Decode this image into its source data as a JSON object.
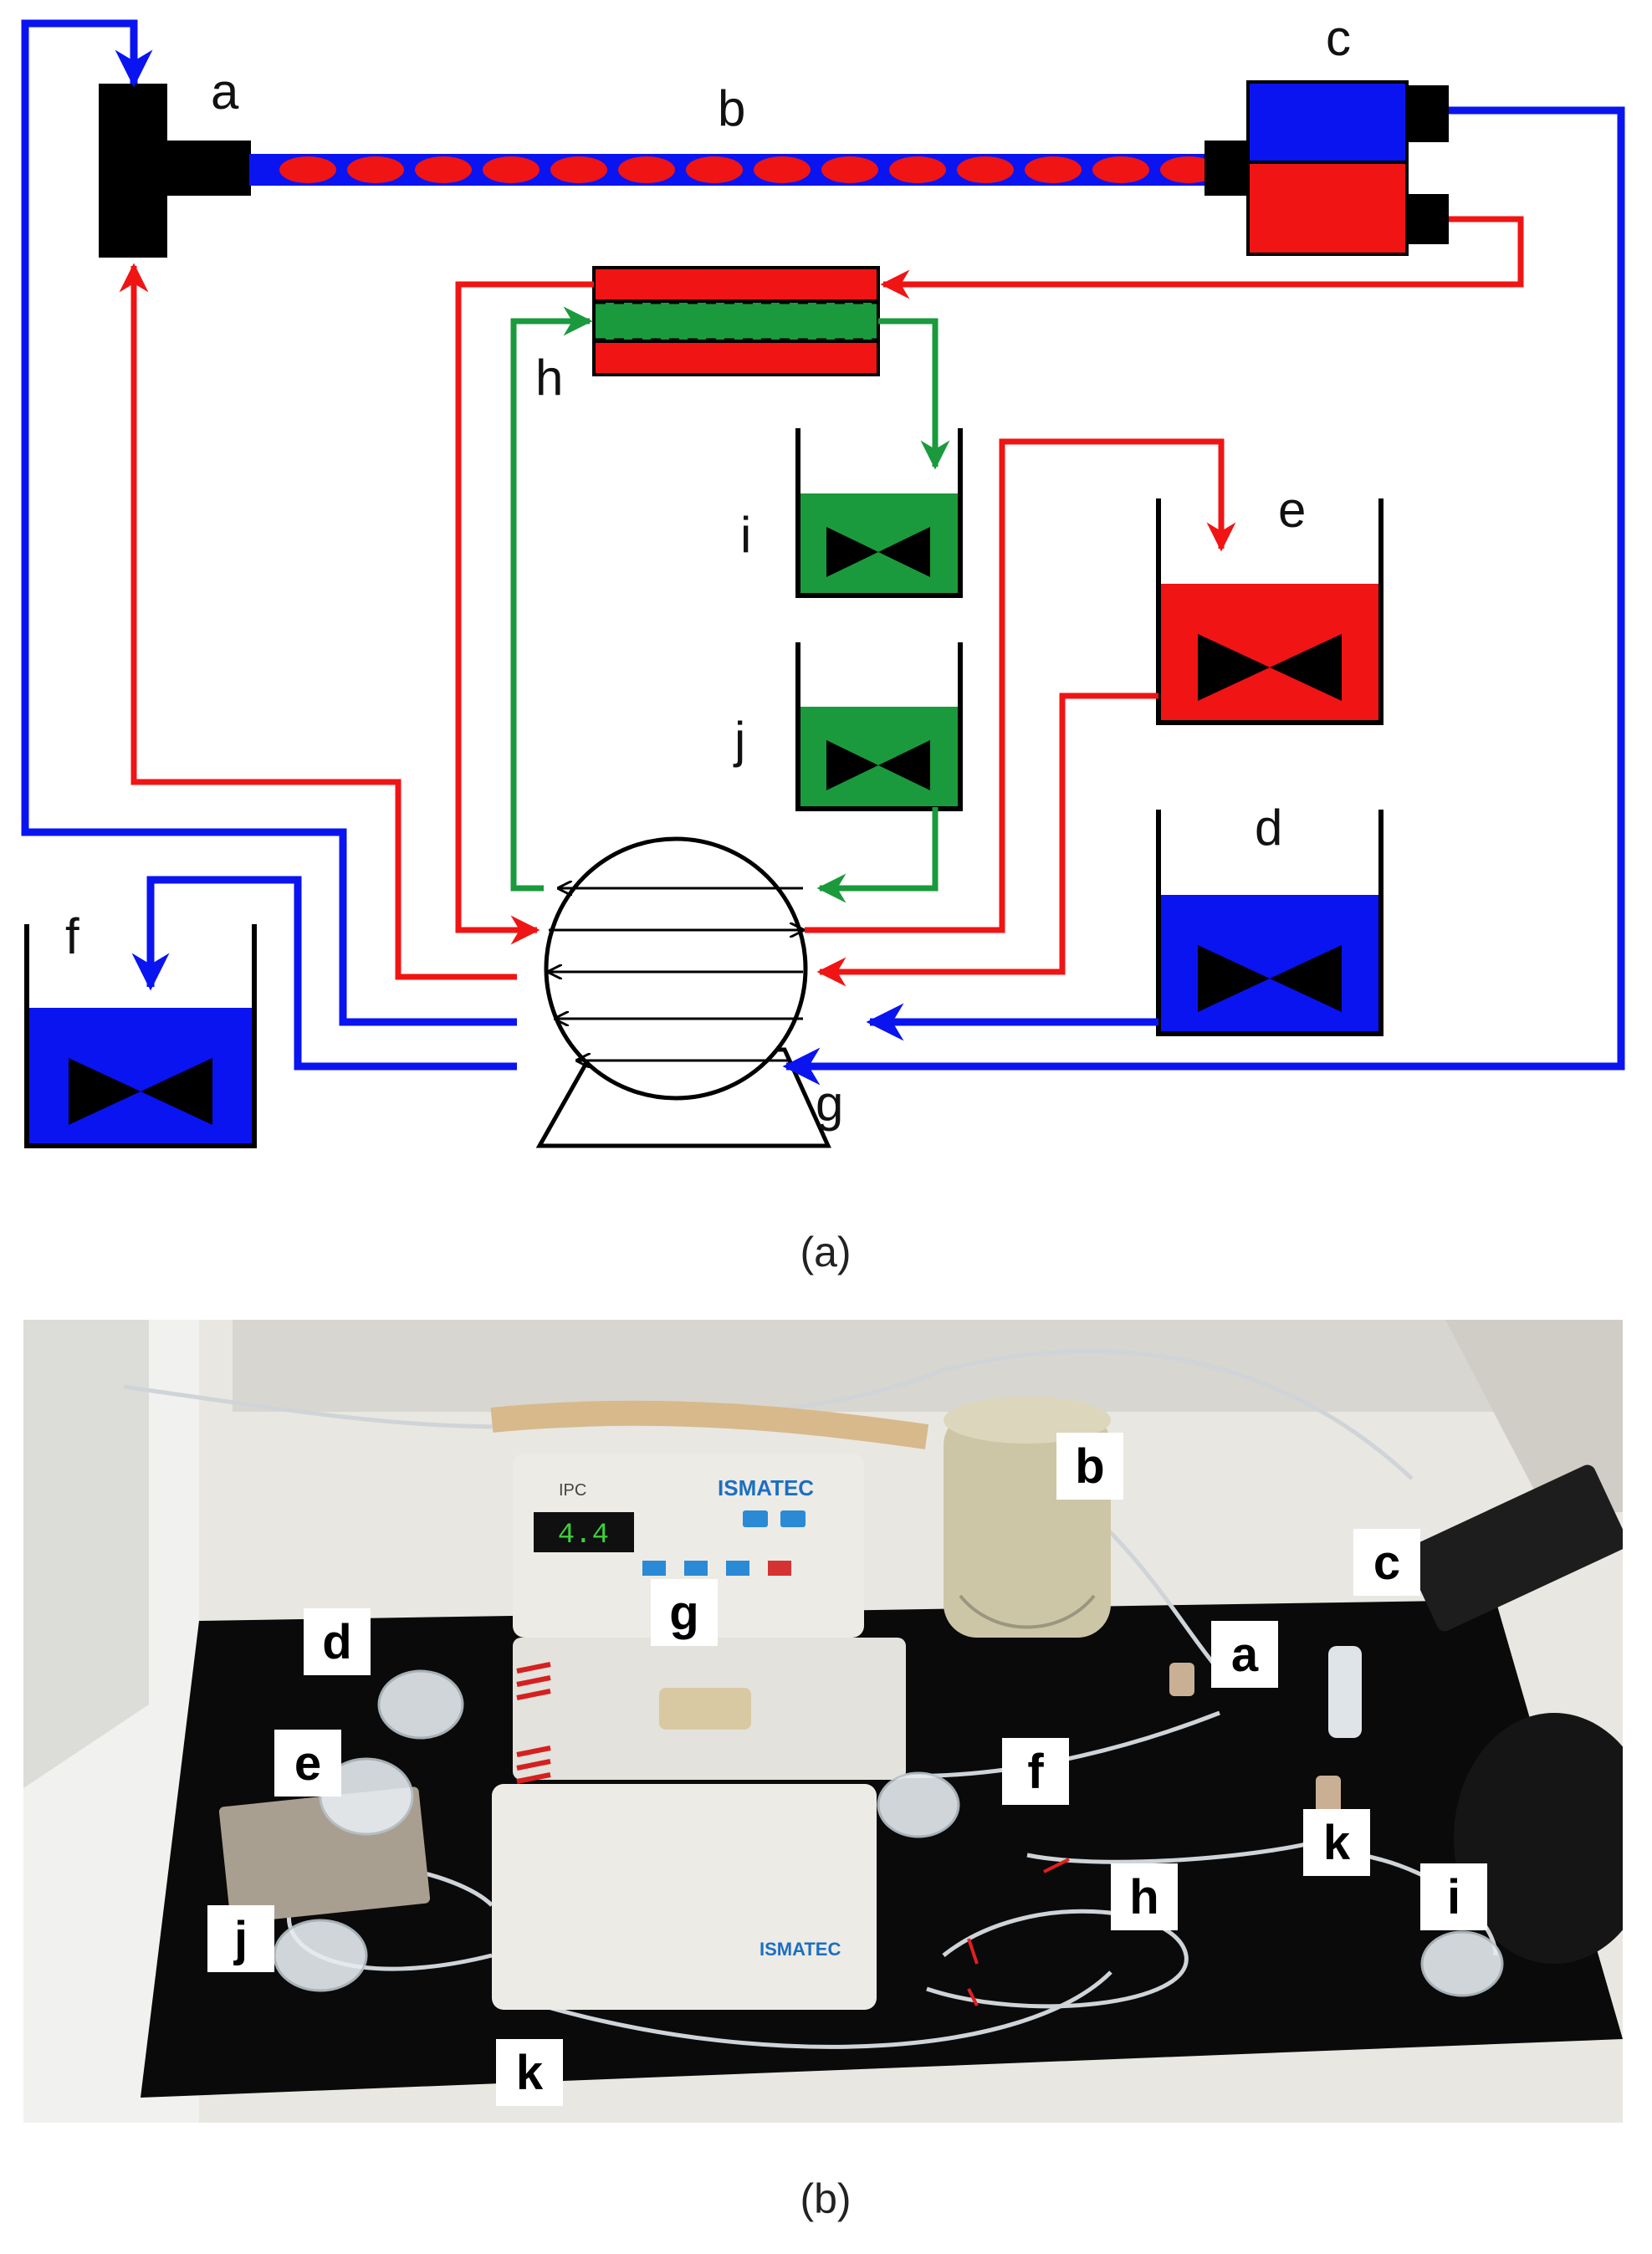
{
  "colors": {
    "blue": "#0a14f0",
    "red": "#f01414",
    "green": "#1a9a3c",
    "black": "#000000",
    "tube_bead": "#f01414"
  },
  "diagram": {
    "labels": {
      "a": "a",
      "b": "b",
      "c": "c",
      "d": "d",
      "e": "e",
      "f": "f",
      "g": "g",
      "h": "h",
      "i": "i",
      "j": "j"
    }
  },
  "captions": {
    "a": "(a)",
    "b": "(b)"
  },
  "photo": {
    "labels": {
      "a": "a",
      "b": "b",
      "c": "c",
      "d": "d",
      "e": "e",
      "f": "f",
      "g": "g",
      "h": "h",
      "i": "i",
      "j": "j",
      "k1": "k",
      "k2": "k"
    },
    "pump_display": "4.4",
    "pump_brand": "ISMATEC",
    "pump_model": "IPC"
  }
}
